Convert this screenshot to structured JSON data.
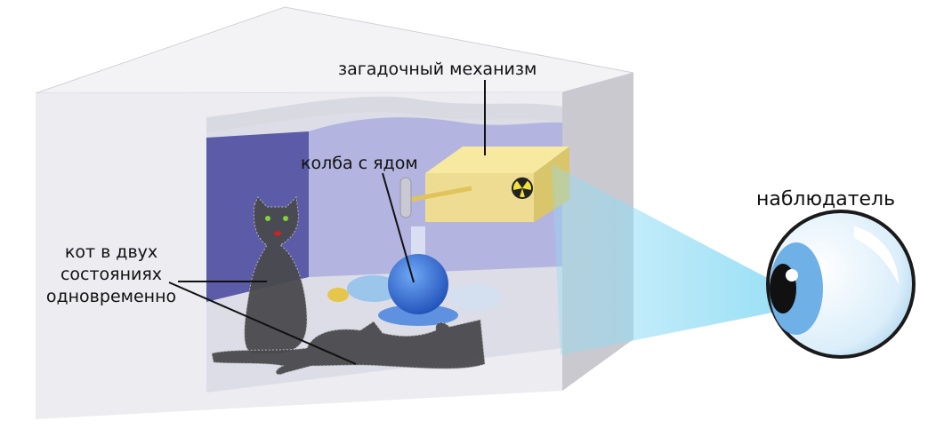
{
  "labels": {
    "mechanism": "загадочный механизм",
    "flask": "колба с ядом",
    "cat_line1": "кот в двух",
    "cat_line2": "состояниях",
    "cat_line3": "одновременно",
    "observer": "наблюдатель"
  },
  "colors": {
    "box_face": "#ededf2",
    "left_wall": "#5b5ba8",
    "back_wall": "#b4b4e0",
    "floor": "#dcdde6",
    "beam": "#8fdcf5",
    "cat": "#4a4a4e",
    "poison": "#2f6fd8",
    "mechanism": "#f3e08a"
  }
}
